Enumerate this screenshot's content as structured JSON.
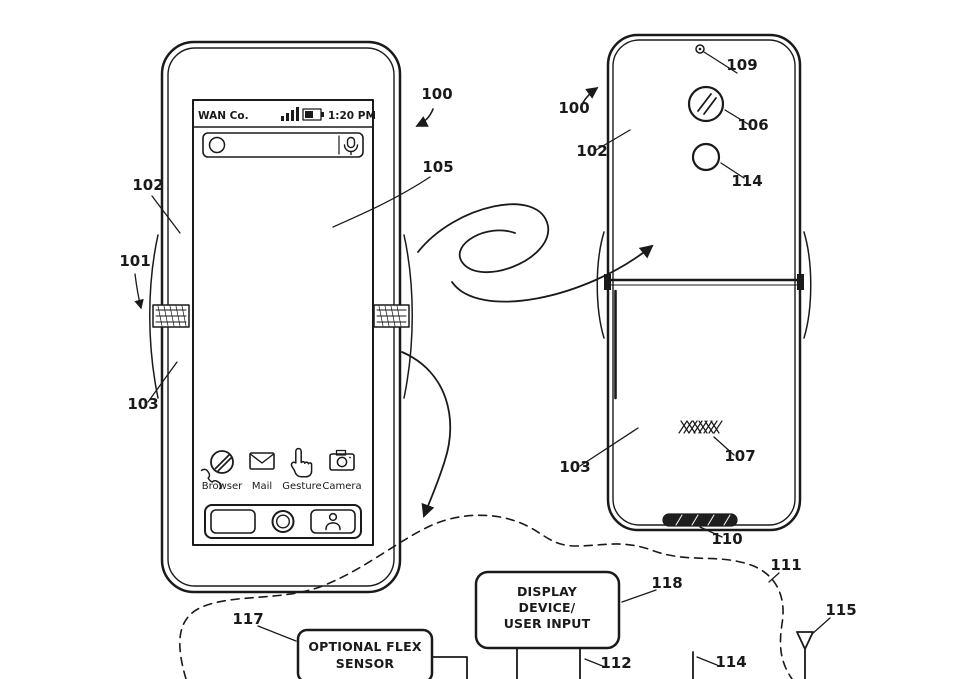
{
  "figure": {
    "type": "patent-diagram",
    "description": "Foldable smartphone shown unfolded: front display view, rear view, and schematic component region"
  },
  "front_phone": {
    "carrier": "WAN Co.",
    "time": "1:20 PM",
    "app_labels": [
      "Browser",
      "Mail",
      "Gesture",
      "Camera"
    ]
  },
  "boxes": {
    "display_device_lines": [
      "DISPLAY",
      "DEVICE/",
      "USER INPUT"
    ],
    "flex_sensor_lines": [
      "OPTIONAL FLEX",
      "SENSOR"
    ]
  },
  "refs": {
    "r100a": "100",
    "r100b": "100",
    "r101": "101",
    "r102a": "102",
    "r102b": "102",
    "r103a": "103",
    "r103b": "103",
    "r105": "105",
    "r106": "106",
    "r107": "107",
    "r109": "109",
    "r110": "110",
    "r111": "111",
    "r112": "112",
    "r114a": "114",
    "r114b": "114",
    "r115": "115",
    "r117": "117",
    "r118": "118"
  },
  "colors": {
    "ink": "#1a1a1a",
    "background": "#ffffff"
  }
}
